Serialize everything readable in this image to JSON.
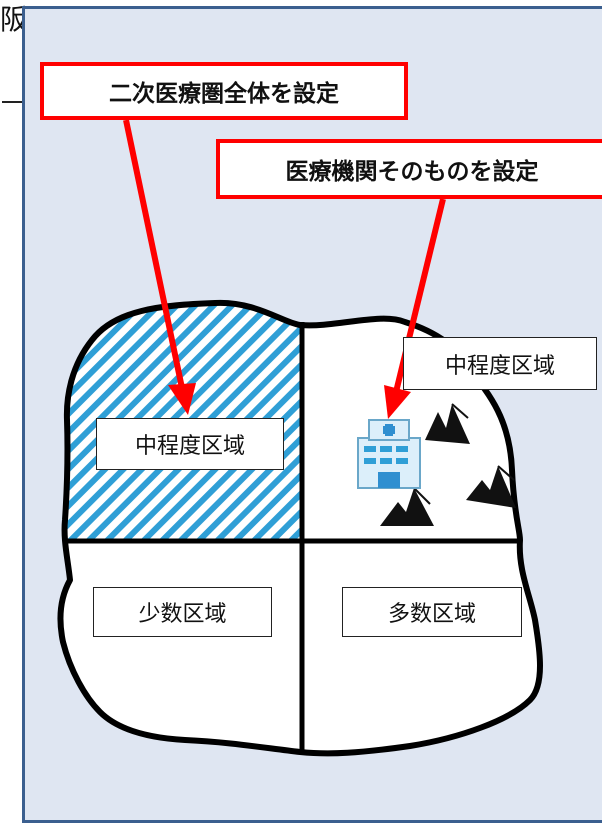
{
  "edge_text": "阪",
  "callouts": {
    "whole_area": "二次医療圏全体を設定",
    "facility": "医療機関そのものを設定"
  },
  "regions": {
    "top_left": "中程度区域",
    "top_right": "中程度区域",
    "bottom_left": "少数区域",
    "bottom_right": "多数区域"
  },
  "icons": {
    "hospital": "hospital-building-icon",
    "mountain": "mountain-icon"
  },
  "colors": {
    "panel_bg": "#dfe6f2",
    "panel_border": "#3b5f8f",
    "callout_border": "#ff0000",
    "arrow": "#ff0000",
    "hatch": "#2f9fd6",
    "map_outline": "#000000"
  }
}
